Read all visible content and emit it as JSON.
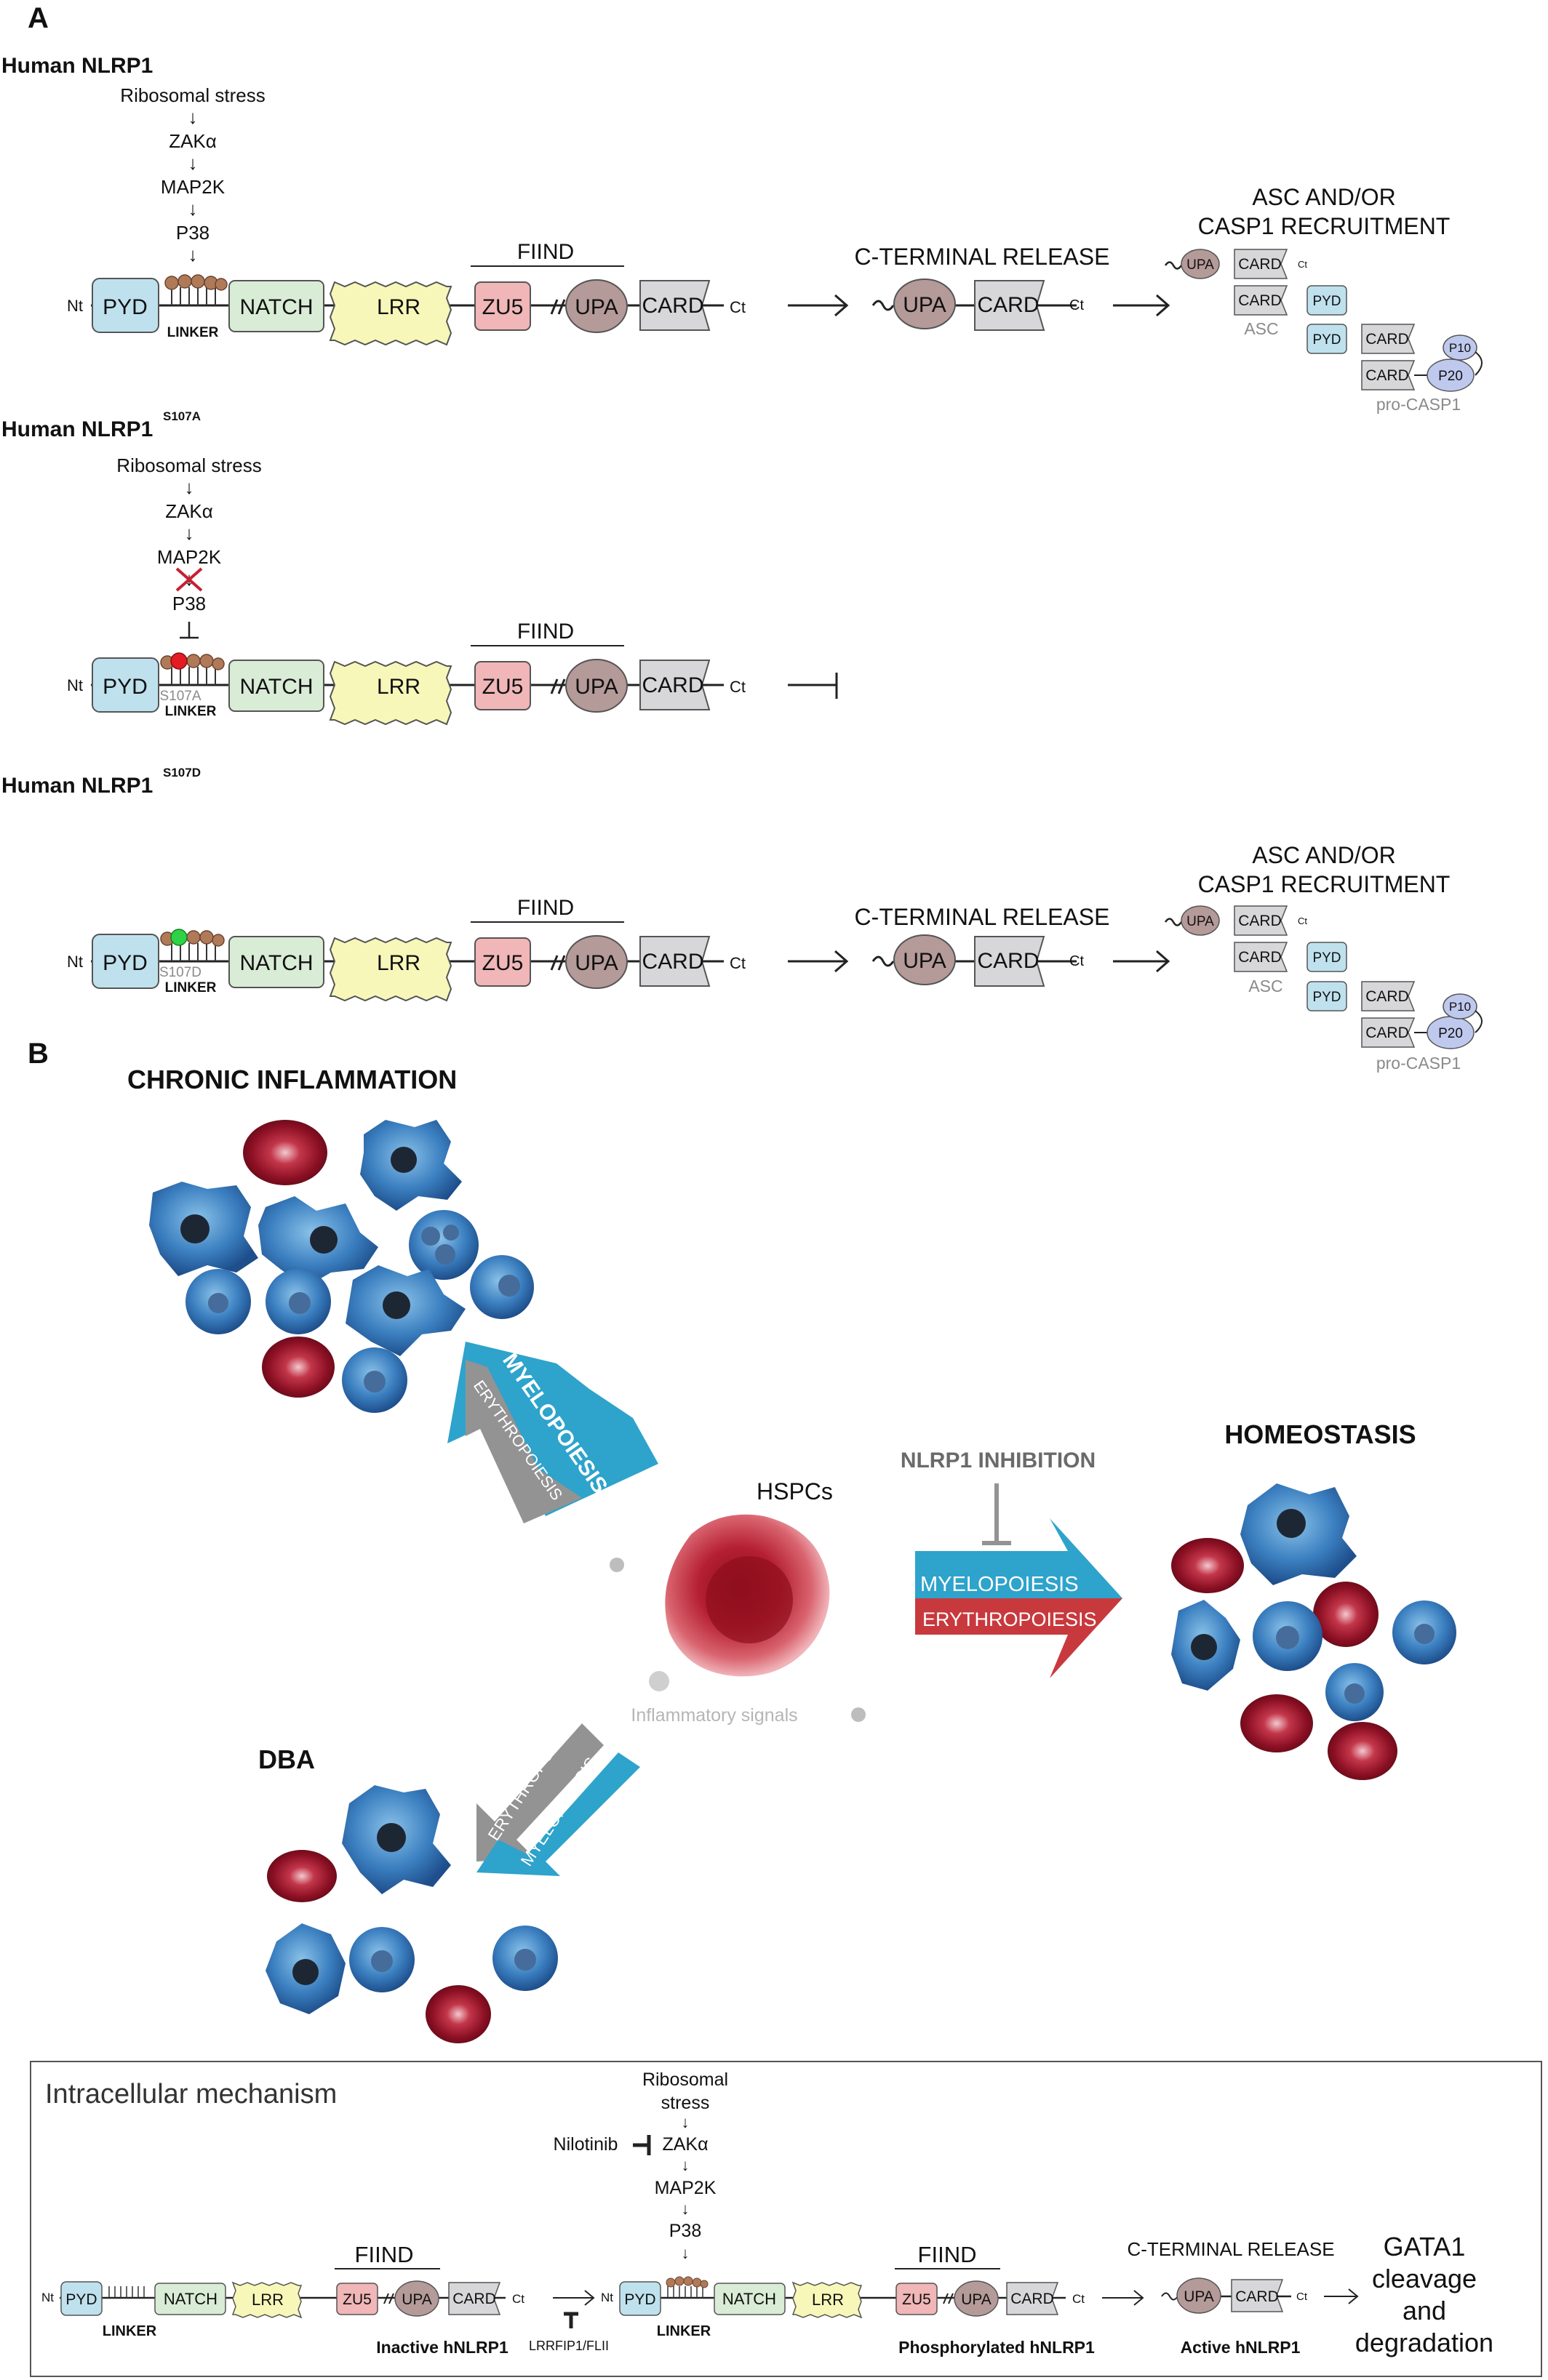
{
  "panel_labels": {
    "a": "A",
    "b": "B"
  },
  "panel_a": {
    "rows": [
      {
        "title": "Human NLRP1",
        "superscript": "",
        "pathway": [
          "Ribosomal stress",
          "ZAKα",
          "MAP2K",
          "P38"
        ],
        "fiind": "FIIND",
        "nt": "Nt",
        "ct": "Ct",
        "domains": {
          "pyd": "PYD",
          "natch": "NATCH",
          "lrr": "LRR",
          "zu5": "ZU5",
          "upa": "UPA",
          "card": "CARD"
        },
        "linker": "LINKER",
        "site": "",
        "release": "C-TERMINAL RELEASE",
        "recruit": [
          "ASC AND/OR",
          "CASP1 RECRUITMENT"
        ],
        "asc": "ASC",
        "procasp": "pro-CASP1",
        "p10": "P10",
        "p20": "P20",
        "ct_small": "Ct"
      },
      {
        "title": "Human NLRP1",
        "superscript": "S107A",
        "pathway": [
          "Ribosomal stress",
          "ZAKα",
          "MAP2K",
          "P38"
        ],
        "fiind": "FIIND",
        "nt": "Nt",
        "ct": "Ct",
        "domains": {
          "pyd": "PYD",
          "natch": "NATCH",
          "lrr": "LRR",
          "zu5": "ZU5",
          "upa": "UPA",
          "card": "CARD"
        },
        "linker": "LINKER",
        "site": "S107A"
      },
      {
        "title": "Human NLRP1",
        "superscript": "S107D",
        "fiind": "FIIND",
        "nt": "Nt",
        "ct": "Ct",
        "domains": {
          "pyd": "PYD",
          "natch": "NATCH",
          "lrr": "LRR",
          "zu5": "ZU5",
          "upa": "UPA",
          "card": "CARD"
        },
        "linker": "LINKER",
        "site": "S107D",
        "release": "C-TERMINAL RELEASE",
        "recruit": [
          "ASC AND/OR",
          "CASP1 RECRUITMENT"
        ],
        "asc": "ASC",
        "procasp": "pro-CASP1",
        "p10": "P10",
        "p20": "P20",
        "ct_small": "Ct"
      }
    ]
  },
  "panel_b": {
    "chronic": "CHRONIC INFLAMMATION",
    "homeostasis": "HOMEOSTASIS",
    "dba": "DBA",
    "hspcs": "HSPCs",
    "inflammatory": "Inflammatory signals",
    "nlrp1_inhibition": "NLRP1 INHIBITION",
    "myelopoiesis_bold": "MYELOPOIESIS",
    "erythropoiesis_thin": "ERYTHROPOIESIS",
    "homeo_myelo": "MYELOPOIESIS",
    "homeo_erythro": "ERYTHROPOIESIS",
    "dba_erythro": "ERYTHROPOIESIS",
    "dba_myelo": "MYELOPOIESIS"
  },
  "mechanism": {
    "title": "Intracellular mechanism",
    "pathway": [
      "Ribosomal",
      "stress",
      "ZAKα",
      "MAP2K",
      "P38"
    ],
    "nilotinib": "Nilotinib",
    "lrrfip1": "LRRFIP1/FLII",
    "fiind": "FIIND",
    "linker": "LINKER",
    "nt": "Nt",
    "ct": "Ct",
    "domains": {
      "pyd": "PYD",
      "natch": "NATCH",
      "lrr": "LRR",
      "zu5": "ZU5",
      "upa": "UPA",
      "card": "CARD"
    },
    "inactive": "Inactive hNLRP1",
    "phosphorylated": "Phosphorylated hNLRP1",
    "active": "Active hNLRP1",
    "release": "C-TERMINAL RELEASE",
    "gata1": [
      "GATA1",
      "cleavage",
      "and",
      "degradation"
    ]
  },
  "colors": {
    "pyd": "#bfe1ee",
    "natch": "#d9ecd6",
    "lrr": "#f7f7b9",
    "zu5": "#f0b6b8",
    "upa": "#b49a98",
    "card": "#d7d7d9",
    "cyan": "#2ea3cb",
    "red": "#c8393e",
    "grey": "#939393"
  }
}
